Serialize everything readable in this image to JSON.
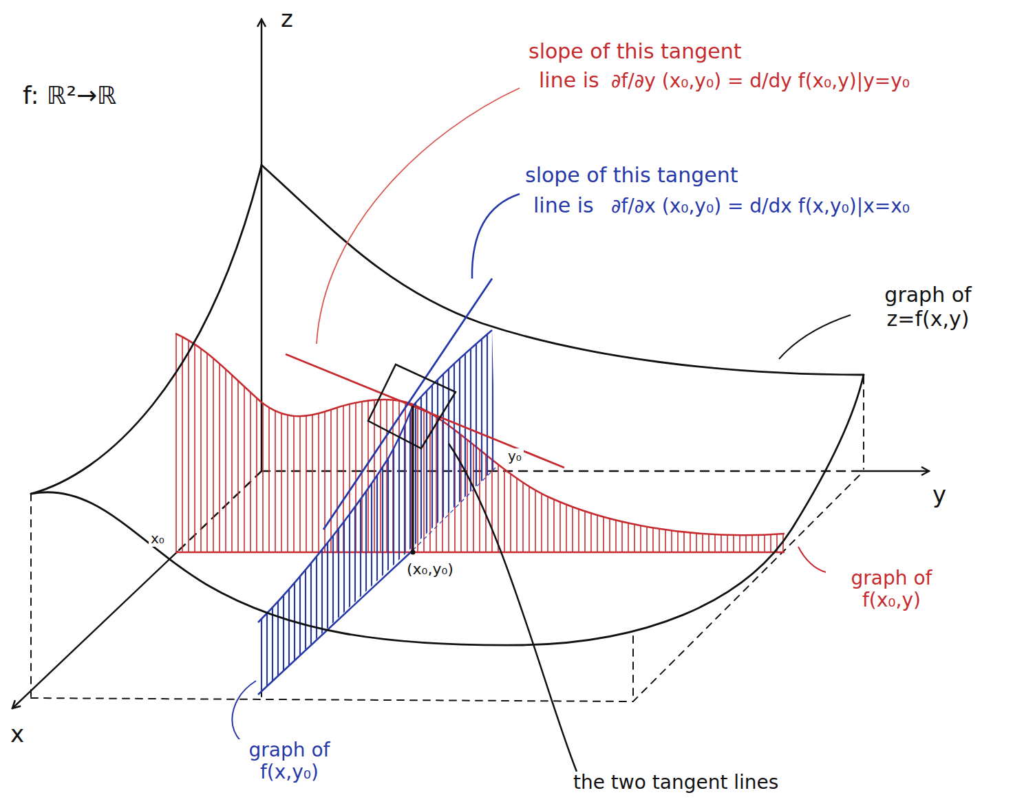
{
  "diagram": {
    "labels": [
      "f: ℝ²→ℝ",
      "z",
      "slope of this tangent",
      "line is",
      "∂f/∂y (x₀,y₀) = d/dy f(x₀,y)|y=y₀",
      "slope of this tangent",
      "line is",
      "∂f/∂x (x₀,y₀) = d/dx f(x,y₀)|x=x₀",
      "graph of z=f(x,y)",
      "x₀",
      "y₀",
      "y",
      "(x₀,y₀)",
      "graph of f(x₀,y)",
      "x",
      "graph of f(x,y₀)",
      "the two tangent lines"
    ]
  }
}
